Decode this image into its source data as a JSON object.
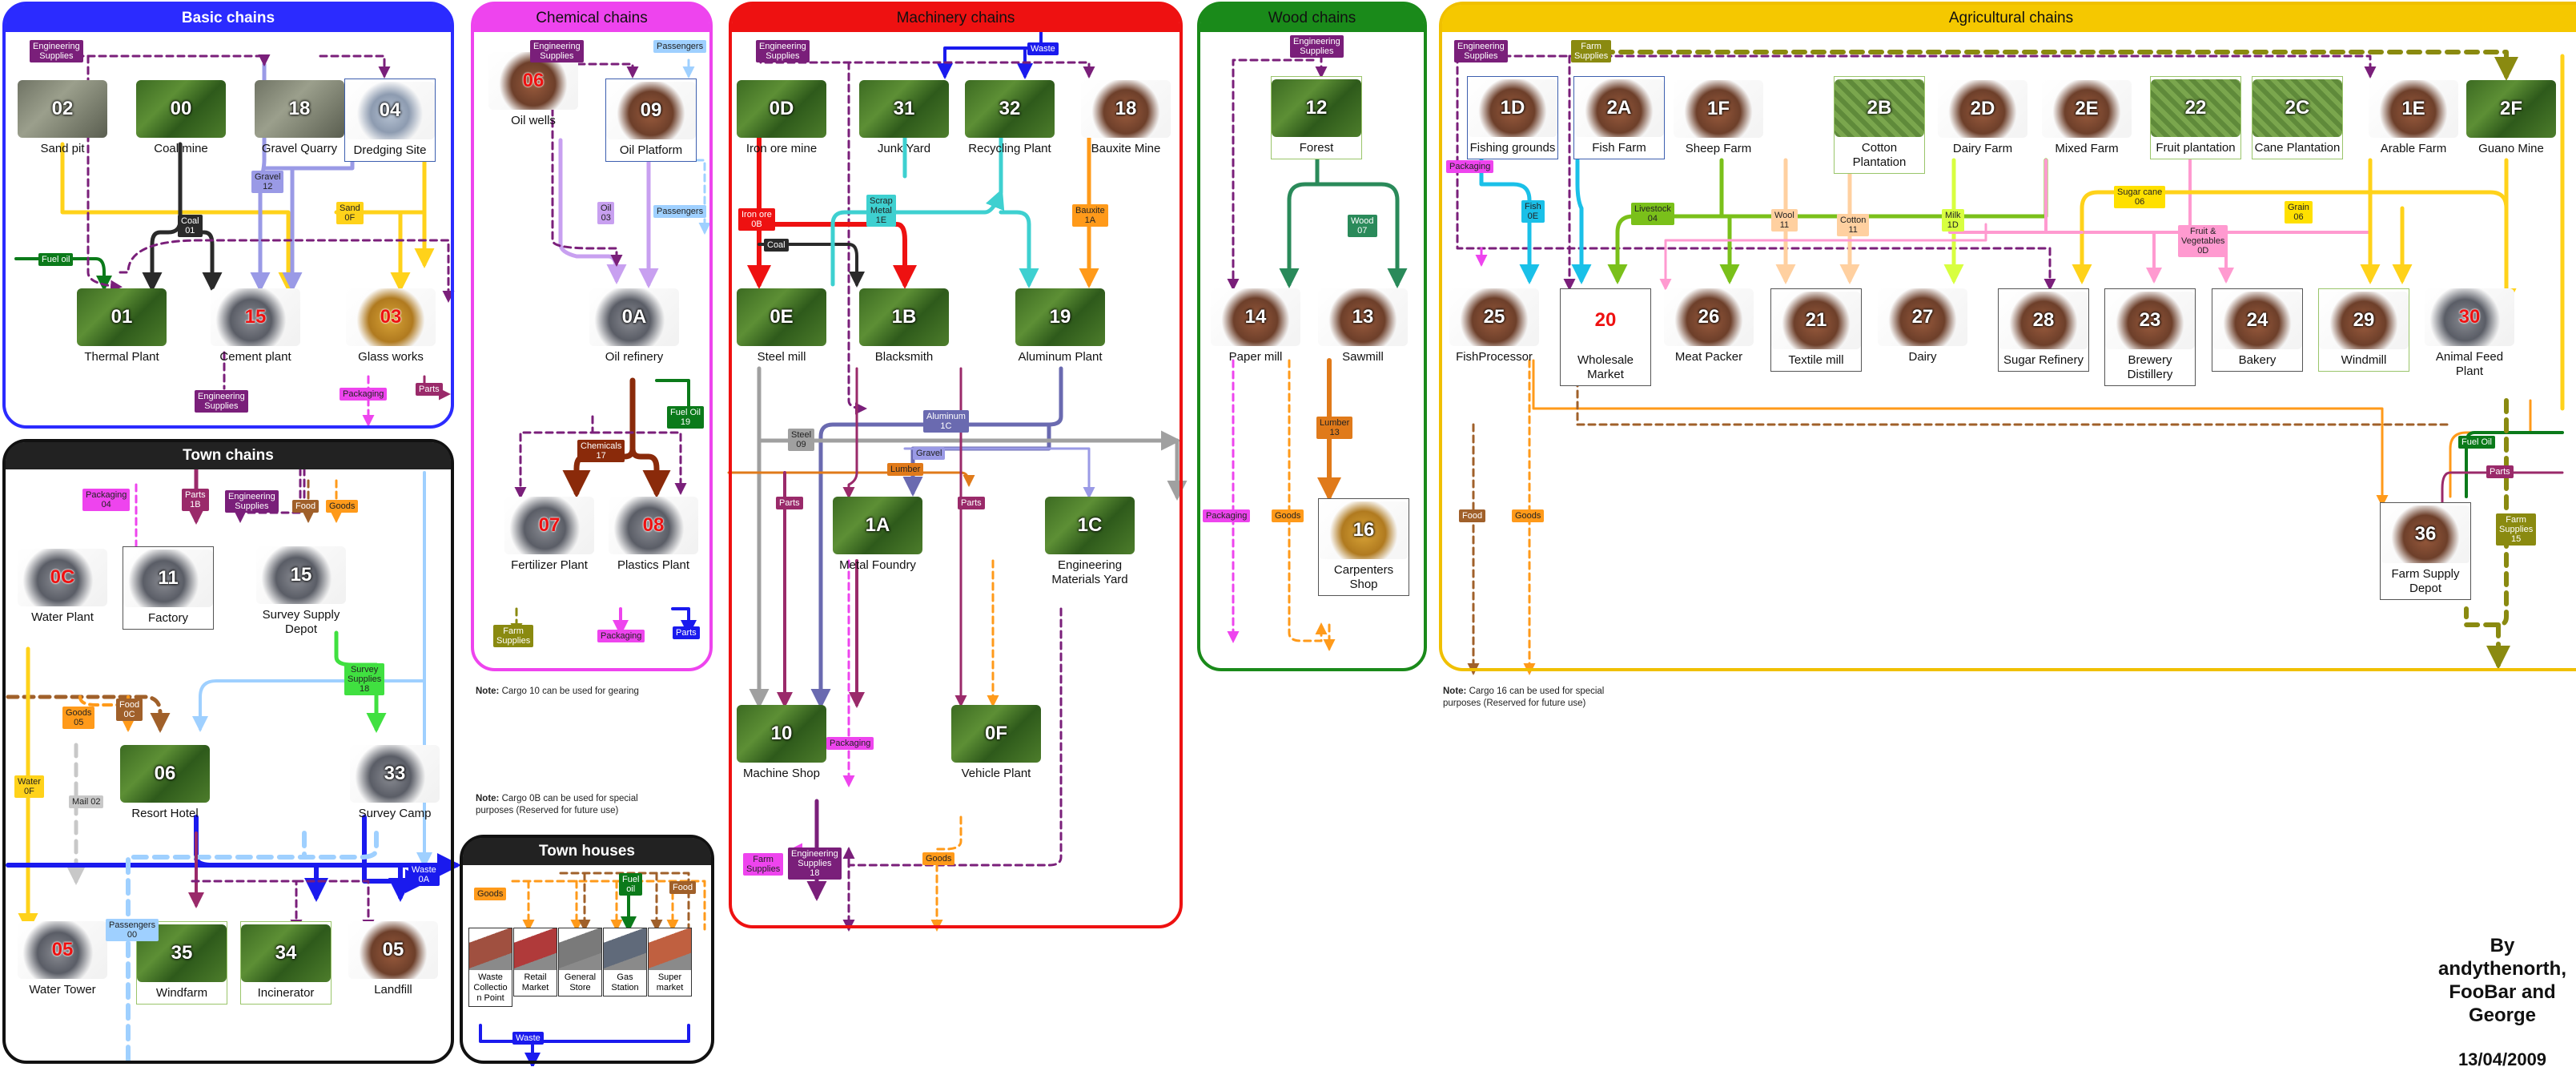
{
  "panels": {
    "basic": {
      "title": "Basic chains",
      "color": "#2b2bff"
    },
    "chemical": {
      "title": "Chemical chains",
      "color": "#ee44ee"
    },
    "machinery": {
      "title": "Machinery chains",
      "color": "#ee1111"
    },
    "wood": {
      "title": "Wood chains",
      "color": "#1a8a1a"
    },
    "agri": {
      "title": "Agricultural chains",
      "color": "#f0c000"
    },
    "town": {
      "title": "Town chains",
      "color": "#111111"
    },
    "houses": {
      "title": "Town houses",
      "color": "#111111"
    }
  },
  "industries": [
    {
      "code": "02",
      "name": "Sand pit",
      "style": "yard",
      "box": ""
    },
    {
      "code": "00",
      "name": "Coal mine",
      "style": "grass",
      "box": ""
    },
    {
      "code": "18",
      "name": "Gravel Quarry",
      "style": "yard",
      "box": ""
    },
    {
      "code": "04",
      "name": "Dredging Site",
      "style": "water",
      "box": "boxed"
    },
    {
      "code": "01",
      "name": "Thermal Plant",
      "style": "grass",
      "box": ""
    },
    {
      "code": "15",
      "name": "Cement plant",
      "style": "factory",
      "box": "",
      "red": true
    },
    {
      "code": "03",
      "name": "Glass works",
      "style": "gold",
      "box": "",
      "red": true
    },
    {
      "code": "06",
      "name": "Oil wells",
      "style": "brick",
      "box": "",
      "red": true
    },
    {
      "code": "09",
      "name": "Oil Platform",
      "style": "brick",
      "box": "boxed"
    },
    {
      "code": "0A",
      "name": "Oil refinery",
      "style": "factory",
      "box": ""
    },
    {
      "code": "07",
      "name": "Fertilizer Plant",
      "style": "factory",
      "box": "",
      "red": true
    },
    {
      "code": "08",
      "name": "Plastics Plant",
      "style": "factory",
      "box": "",
      "red": true
    },
    {
      "code": "0D",
      "name": "Iron ore mine",
      "style": "grass",
      "box": ""
    },
    {
      "code": "31",
      "name": "Junk Yard",
      "style": "grass",
      "box": ""
    },
    {
      "code": "32",
      "name": "Recycling Plant",
      "style": "grass",
      "box": ""
    },
    {
      "code": "18",
      "name": "Bauxite Mine",
      "style": "brick",
      "box": ""
    },
    {
      "code": "0E",
      "name": "Steel mill",
      "style": "grass",
      "box": ""
    },
    {
      "code": "1B",
      "name": "Blacksmith",
      "style": "grass",
      "box": ""
    },
    {
      "code": "19",
      "name": "Aluminum Plant",
      "style": "grass",
      "box": ""
    },
    {
      "code": "1A",
      "name": "Metal Foundry",
      "style": "grass",
      "box": ""
    },
    {
      "code": "1C",
      "name": "Engineering Materials Yard",
      "style": "grass",
      "box": ""
    },
    {
      "code": "10",
      "name": "Machine Shop",
      "style": "grass",
      "box": ""
    },
    {
      "code": "0F",
      "name": "Vehicle Plant",
      "style": "grass",
      "box": ""
    },
    {
      "code": "12",
      "name": "Forest",
      "style": "grass",
      "box": "boxedg"
    },
    {
      "code": "14",
      "name": "Paper mill",
      "style": "brick",
      "box": ""
    },
    {
      "code": "13",
      "name": "Sawmill",
      "style": "brick",
      "box": ""
    },
    {
      "code": "16",
      "name": "Carpenters Shop",
      "style": "gold",
      "box": "boxedk"
    },
    {
      "code": "1D",
      "name": "Fishing grounds",
      "style": "brick",
      "box": "boxed"
    },
    {
      "code": "2A",
      "name": "Fish Farm",
      "style": "brick",
      "box": "boxed"
    },
    {
      "code": "1F",
      "name": "Sheep Farm",
      "style": "brick",
      "box": ""
    },
    {
      "code": "2B",
      "name": "Cotton Plantation",
      "style": "field",
      "box": "boxedg"
    },
    {
      "code": "2D",
      "name": "Dairy Farm",
      "style": "brick",
      "box": ""
    },
    {
      "code": "2E",
      "name": "Mixed Farm",
      "style": "brick",
      "box": ""
    },
    {
      "code": "22",
      "name": "Fruit plantation",
      "style": "field",
      "box": "boxedg"
    },
    {
      "code": "2C",
      "name": "Cane Plantation",
      "style": "field",
      "box": "boxedg"
    },
    {
      "code": "1E",
      "name": "Arable Farm",
      "style": "brick",
      "box": ""
    },
    {
      "code": "2F",
      "name": "Guano Mine",
      "style": "grass",
      "box": ""
    },
    {
      "code": "25",
      "name": "FishProcessor",
      "style": "brick",
      "box": ""
    },
    {
      "code": "20",
      "name": "Wholesale Market",
      "style": "white",
      "box": "boxedk",
      "red": true
    },
    {
      "code": "26",
      "name": "Meat Packer",
      "style": "brick",
      "box": ""
    },
    {
      "code": "21",
      "name": "Textile mill",
      "style": "brick",
      "box": "boxedk"
    },
    {
      "code": "27",
      "name": "Dairy",
      "style": "brick",
      "box": ""
    },
    {
      "code": "28",
      "name": "Sugar Refinery",
      "style": "brick",
      "box": "boxedk"
    },
    {
      "code": "23",
      "name": "Brewery Distillery",
      "style": "brick",
      "box": "boxedk"
    },
    {
      "code": "24",
      "name": "Bakery",
      "style": "brick",
      "box": "boxedk"
    },
    {
      "code": "29",
      "name": "Windmill",
      "style": "brick",
      "box": "boxedg"
    },
    {
      "code": "30",
      "name": "Animal Feed Plant",
      "style": "factory",
      "box": "",
      "red": true
    },
    {
      "code": "36",
      "name": "Farm Supply Depot",
      "style": "brick",
      "box": "boxedk"
    },
    {
      "code": "0C",
      "name": "Water Plant",
      "style": "factory",
      "box": "",
      "red": true
    },
    {
      "code": "11",
      "name": "Factory",
      "style": "factory",
      "box": "boxedk"
    },
    {
      "code": "15",
      "name": "Survey Supply Depot",
      "style": "factory",
      "box": ""
    },
    {
      "code": "06",
      "name": "Resort Hotel",
      "style": "grass",
      "box": ""
    },
    {
      "code": "33",
      "name": "Survey Camp",
      "style": "factory",
      "box": ""
    },
    {
      "code": "35",
      "name": "Windfarm",
      "style": "grass",
      "box": "boxedg"
    },
    {
      "code": "34",
      "name": "Incinerator",
      "style": "grass",
      "box": "boxedg"
    },
    {
      "code": "05",
      "name": "Landfill",
      "style": "brick",
      "box": ""
    },
    {
      "code": "05",
      "name": "Water Tower",
      "style": "factory",
      "box": "",
      "red": true
    }
  ],
  "tags": [
    {
      "text": "Engineering\nSupplies",
      "bg": "#7a1f7a",
      "fg": "#fff"
    },
    {
      "text": "Gravel\n12",
      "bg": "#9a9ae6",
      "fg": "#222"
    },
    {
      "text": "Coal\n01",
      "bg": "#2a2a2a",
      "fg": "#fff"
    },
    {
      "text": "Sand\n0F",
      "bg": "#ffd21a",
      "fg": "#222"
    },
    {
      "text": "Fuel oil",
      "bg": "#0b7a1a",
      "fg": "#fff"
    },
    {
      "text": "Engineering\nSupplies",
      "bg": "#7a1f7a",
      "fg": "#fff"
    },
    {
      "text": "Packaging",
      "bg": "#ee44ee",
      "fg": "#222"
    },
    {
      "text": "Parts",
      "bg": "#9a2a6a",
      "fg": "#fff"
    },
    {
      "text": "Engineering\nSupplies",
      "bg": "#7a1f7a",
      "fg": "#fff"
    },
    {
      "text": "Passengers",
      "bg": "#9fd0ff",
      "fg": "#222"
    },
    {
      "text": "Oil\n03",
      "bg": "#c8a0f0",
      "fg": "#222"
    },
    {
      "text": "Passengers",
      "bg": "#9fd0ff",
      "fg": "#222"
    },
    {
      "text": "Fuel Oil\n19",
      "bg": "#0b7a1a",
      "fg": "#fff"
    },
    {
      "text": "Chemicals\n17",
      "bg": "#8a2a0a",
      "fg": "#fff"
    },
    {
      "text": "Farm\nSupplies",
      "bg": "#8a8a10",
      "fg": "#fff"
    },
    {
      "text": "Packaging",
      "bg": "#ee44ee",
      "fg": "#222"
    },
    {
      "text": "Parts",
      "bg": "#1a1aee",
      "fg": "#fff"
    },
    {
      "text": "Engineering\nSupplies",
      "bg": "#7a1f7a",
      "fg": "#fff"
    },
    {
      "text": "Waste",
      "bg": "#1a1aee",
      "fg": "#fff"
    },
    {
      "text": "Iron ore\n0B",
      "bg": "#ee1111",
      "fg": "#fff"
    },
    {
      "text": "Coal",
      "bg": "#2a2a2a",
      "fg": "#fff"
    },
    {
      "text": "Scrap\nMetal\n1E",
      "bg": "#3ed0d0",
      "fg": "#222"
    },
    {
      "text": "Bauxite\n1A",
      "bg": "#ff9a1a",
      "fg": "#222"
    },
    {
      "text": "Aluminum\n1C",
      "bg": "#6a6ab0",
      "fg": "#fff"
    },
    {
      "text": "Steel\n09",
      "bg": "#a0a0a0",
      "fg": "#222"
    },
    {
      "text": "Gravel",
      "bg": "#9a9ae6",
      "fg": "#222"
    },
    {
      "text": "Lumber",
      "bg": "#e07a1a",
      "fg": "#222"
    },
    {
      "text": "Parts",
      "bg": "#9a2a6a",
      "fg": "#fff"
    },
    {
      "text": "Parts",
      "bg": "#9a2a6a",
      "fg": "#fff"
    },
    {
      "text": "Packaging",
      "bg": "#ee44ee",
      "fg": "#222"
    },
    {
      "text": "Farm\nSupplies",
      "bg": "#ee44ee",
      "fg": "#222"
    },
    {
      "text": "Engineering\nSupplies\n18",
      "bg": "#7a1f7a",
      "fg": "#fff"
    },
    {
      "text": "Goods",
      "bg": "#ff9a1a",
      "fg": "#222"
    },
    {
      "text": "Engineering\nSupplies",
      "bg": "#7a1f7a",
      "fg": "#fff"
    },
    {
      "text": "Wood\n07",
      "bg": "#2a8a5a",
      "fg": "#fff"
    },
    {
      "text": "Lumber\n13",
      "bg": "#e07a1a",
      "fg": "#222"
    },
    {
      "text": "Packaging",
      "bg": "#ee44ee",
      "fg": "#222"
    },
    {
      "text": "Goods",
      "bg": "#ff9a1a",
      "fg": "#222"
    },
    {
      "text": "Engineering\nSupplies",
      "bg": "#7a1f7a",
      "fg": "#fff"
    },
    {
      "text": "Farm\nSupplies",
      "bg": "#8a8a10",
      "fg": "#fff"
    },
    {
      "text": "Packaging",
      "bg": "#ee44ee",
      "fg": "#222"
    },
    {
      "text": "Fish\n0E",
      "bg": "#1ac0e8",
      "fg": "#222"
    },
    {
      "text": "Livestock\n04",
      "bg": "#7ac01a",
      "fg": "#222"
    },
    {
      "text": "Wool\n11",
      "bg": "#ffd0a0",
      "fg": "#222"
    },
    {
      "text": "Cotton\n11",
      "bg": "#ffd0a0",
      "fg": "#222"
    },
    {
      "text": "Milk\n1D",
      "bg": "#d8ff40",
      "fg": "#222"
    },
    {
      "text": "Sugar cane\n06",
      "bg": "#ffe000",
      "fg": "#222"
    },
    {
      "text": "Grain\n06",
      "bg": "#ffe000",
      "fg": "#222"
    },
    {
      "text": "Fruit &\nVegetables\n0D",
      "bg": "#ff9ad0",
      "fg": "#222"
    },
    {
      "text": "Fuel Oil",
      "bg": "#0b7a1a",
      "fg": "#fff"
    },
    {
      "text": "Parts",
      "bg": "#9a2a6a",
      "fg": "#fff"
    },
    {
      "text": "Farm\nSupplies\n15",
      "bg": "#8a8a10",
      "fg": "#fff"
    },
    {
      "text": "Food",
      "bg": "#a0602a",
      "fg": "#fff"
    },
    {
      "text": "Goods",
      "bg": "#ff9a1a",
      "fg": "#222"
    },
    {
      "text": "Packaging\n04",
      "bg": "#ee44ee",
      "fg": "#222"
    },
    {
      "text": "Parts\n1B",
      "bg": "#9a2a6a",
      "fg": "#fff"
    },
    {
      "text": "Engineering\nSupplies",
      "bg": "#7a1f7a",
      "fg": "#fff"
    },
    {
      "text": "Food",
      "bg": "#a0602a",
      "fg": "#fff"
    },
    {
      "text": "Goods",
      "bg": "#ff9a1a",
      "fg": "#222"
    },
    {
      "text": "Survey\nSupplies\n18",
      "bg": "#40e040",
      "fg": "#222"
    },
    {
      "text": "Goods\n05",
      "bg": "#ff9a1a",
      "fg": "#222"
    },
    {
      "text": "Food\n0C",
      "bg": "#a0602a",
      "fg": "#fff"
    },
    {
      "text": "Water\n0F",
      "bg": "#ffd21a",
      "fg": "#222"
    },
    {
      "text": "Mail 02",
      "bg": "#c8c8c8",
      "fg": "#222"
    },
    {
      "text": "Waste\n0A",
      "bg": "#1a1aee",
      "fg": "#fff"
    },
    {
      "text": "Passengers\n00",
      "bg": "#9fd0ff",
      "fg": "#222"
    },
    {
      "text": "Goods",
      "bg": "#ff9a1a",
      "fg": "#222"
    },
    {
      "text": "Fuel\noil",
      "bg": "#0b7a1a",
      "fg": "#fff"
    },
    {
      "text": "Food",
      "bg": "#a0602a",
      "fg": "#fff"
    },
    {
      "text": "Waste",
      "bg": "#1a1aee",
      "fg": "#fff"
    }
  ],
  "houses": [
    {
      "name": "Waste Collectio n Point"
    },
    {
      "name": "Retail Market"
    },
    {
      "name": "General Store"
    },
    {
      "name": "Gas Station"
    },
    {
      "name": "Super market"
    }
  ],
  "notes": {
    "cargo10": "Cargo 10 can be used for gearing",
    "cargo0b": "Cargo 0B can be used for special purposes (Reserved for future use)",
    "cargo16": "Cargo 16 can be used for special purposes (Reserved for future use)",
    "label": "Note:"
  },
  "credits": {
    "line1": "By",
    "line2": "andythenorth,",
    "line3": "FooBar and",
    "line4": "George",
    "date": "13/04/2009"
  }
}
